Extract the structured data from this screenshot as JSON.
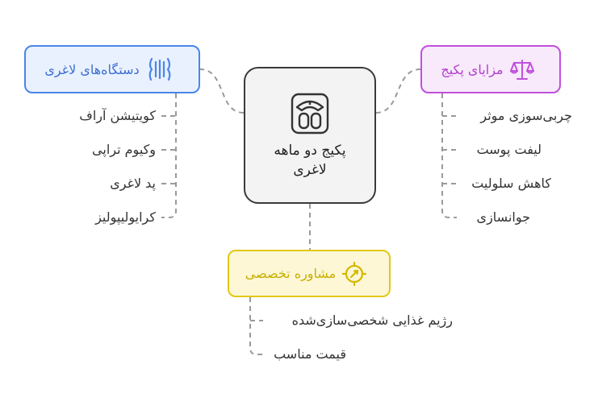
{
  "center": {
    "label_line1": "پکیج دو ماهه",
    "label_line2": "لاغری",
    "icon": "scale-icon"
  },
  "devices": {
    "title": "دستگاه‌های لاغری",
    "icon": "body-waist-icon",
    "color": "#4a86e8",
    "items": [
      "کویتیشن آراف",
      "وکیوم تراپی",
      "پد لاغری",
      "کرایولیپولیز"
    ]
  },
  "benefits": {
    "title": "مزایای پکیج",
    "icon": "balance-scale-icon",
    "color": "#c050dc",
    "items": [
      "چربی‌سوزی موثر",
      "لیفت پوست",
      "کاهش سلولیت",
      "جوانسازی"
    ]
  },
  "consult": {
    "title": "مشاوره تخصصی",
    "icon": "gauge-target-icon",
    "color": "#e1c818",
    "items": [
      "رژیم غذایی شخصی‌سازی‌شده",
      "قیمت مناسب"
    ]
  }
}
